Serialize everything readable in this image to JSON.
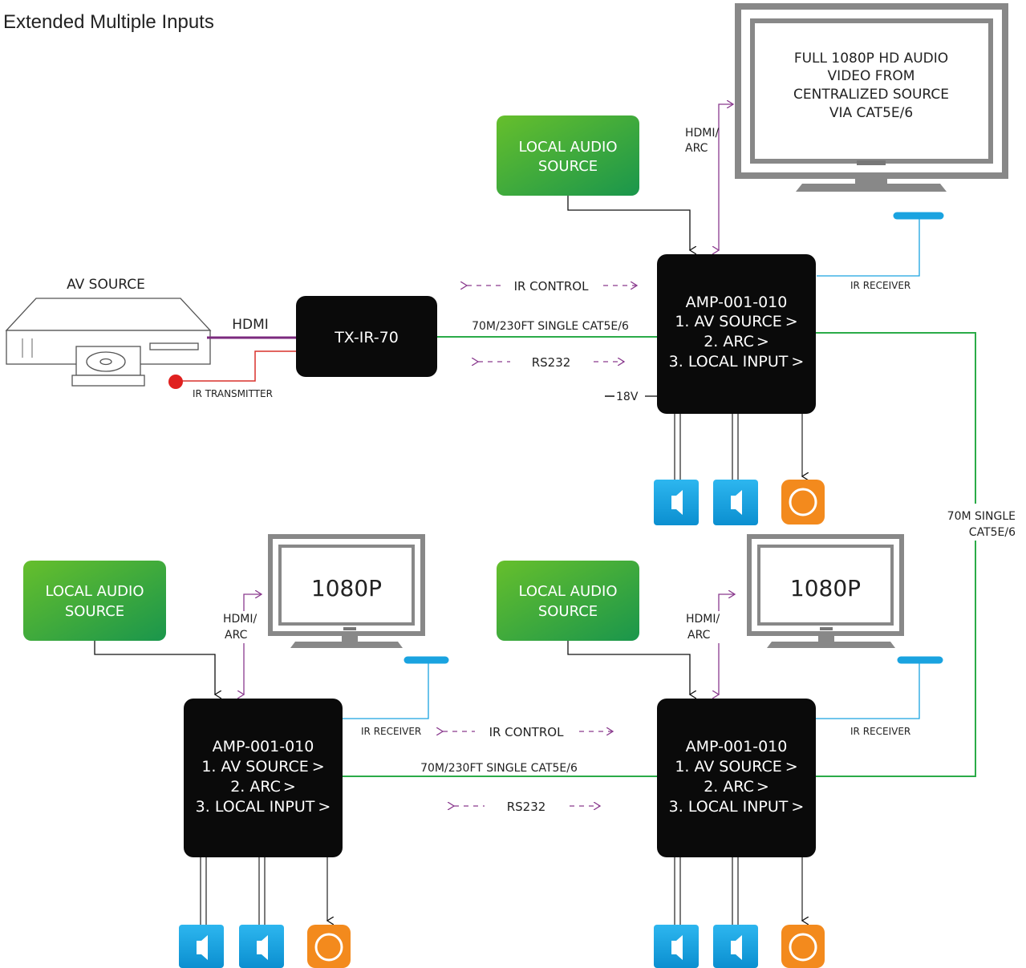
{
  "title": "Extended Multiple Inputs",
  "colors": {
    "box_black": "#0a0a0a",
    "green_top": "#5ab92e",
    "green_bottom": "#1f9a4a",
    "cat_line": "#2bab48",
    "hdmi_line": "#7b2a7e",
    "ir_line": "#d9302b",
    "ir_dot": "#e0201f",
    "ir_receiver": "#1aa3e0",
    "speaker": "#12a0e0",
    "sub": "#f38a1d",
    "arrow_purple": "#8a3a8e"
  },
  "av_source": {
    "label": "AV SOURCE",
    "icon": "disc-player-icon"
  },
  "transmitter": {
    "label": "TX-IR-70",
    "ir_transmitter": "IR TRANSMITTER",
    "hdmi": "HDMI"
  },
  "main_display": {
    "line1": "FULL 1080P HD AUDIO",
    "line2": "VIDEO FROM",
    "line3": "CENTRALIZED SOURCE",
    "line4": "VIA CAT5E/6"
  },
  "display_small": "1080P",
  "local_audio": {
    "line1": "LOCAL AUDIO",
    "line2": "SOURCE"
  },
  "amp": {
    "model": "AMP-001-010",
    "in1": "1. AV SOURCE",
    "in2": "2. ARC",
    "in3": "3. LOCAL INPUT",
    "chev": ">"
  },
  "links": {
    "hdmi_arc_1": "HDMI/",
    "hdmi_arc_2": "ARC",
    "ir_receiver": "IR RECEIVER",
    "ir_control": "IR CONTROL",
    "rs232": "RS232",
    "cat_run": "70M/230FT SINGLE CAT5E/6",
    "power": "18V",
    "side_run_1": "70M SINGLE",
    "side_run_2": "CAT5E/6"
  }
}
